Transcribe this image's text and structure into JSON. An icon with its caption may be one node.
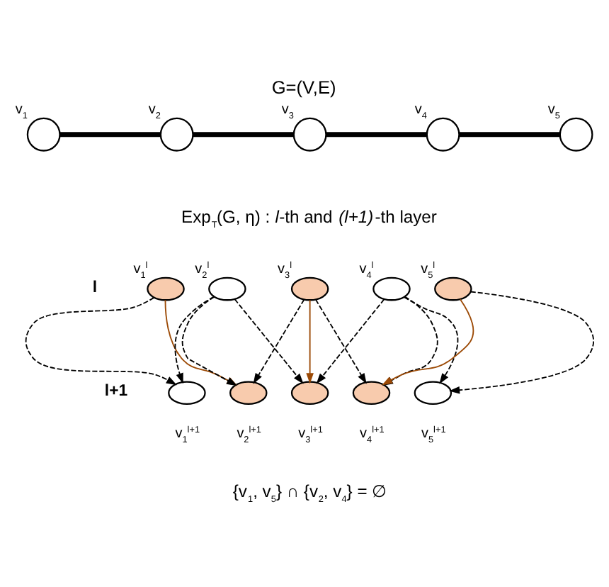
{
  "diagram": {
    "title": "G=(V,E)",
    "nodes": [
      {
        "text": [],
        "shape": "circle",
        "beside": [
          "v$_{1}$"
        ]
      },
      {
        "text": [],
        "shape": "circle",
        "beside": [
          "v$_{2}$"
        ]
      },
      {
        "text": [],
        "shape": "circle",
        "beside": [
          "v$_{3}$"
        ]
      },
      {
        "text": [],
        "shape": "circle",
        "beside": [
          "v$_{4}$"
        ]
      },
      {
        "text": [],
        "shape": "circle",
        "beside": [
          "v$_{5}$"
        ]
      },
      {
        "text": [],
        "shape": "ellipse",
        "beside": [
          "v$_{1}$$^{l}$"
        ]
      },
      {
        "text": [],
        "shape": "ellipse",
        "beside": [
          "v$_{2}$$^{l}$"
        ]
      },
      {
        "text": [],
        "shape": "ellipse",
        "beside": [
          "v$_{3}$$^{l}$"
        ]
      },
      {
        "text": [],
        "shape": "ellipse",
        "beside": [
          "v$_{4}$$^{l}$"
        ]
      },
      {
        "text": [],
        "shape": "ellipse",
        "beside": [
          "v$_{5}$$^{l}$"
        ]
      },
      {
        "text": [],
        "shape": "ellipse",
        "beside": [
          "v$_{1}$$^{l+1}$"
        ]
      },
      {
        "text": [],
        "shape": "ellipse",
        "beside": [
          "v$_{2}$$^{l+1}$"
        ]
      },
      {
        "text": [],
        "shape": "ellipse",
        "beside": [
          "v$_{3}$$^{l+1}$"
        ]
      },
      {
        "text": [],
        "shape": "ellipse",
        "beside": [
          "v$_{4}$$^{l+1}$"
        ]
      },
      {
        "text": [],
        "shape": "ellipse",
        "beside": [
          "v$_{5}$$^{l+1}$"
        ]
      }
    ],
    "edges": [
      {
        "from": 0,
        "to": 1,
        "arrow": "none",
        "style": "thick"
      },
      {
        "from": 1,
        "to": 2,
        "arrow": "none",
        "style": "thick"
      },
      {
        "from": 2,
        "to": 3,
        "arrow": "none",
        "style": "thick"
      },
      {
        "from": 3,
        "to": 4,
        "arrow": "none",
        "style": "thick"
      },
      {
        "from": 5,
        "to": 10,
        "arrow": "to",
        "style": "dashed"
      },
      {
        "from": 5,
        "to": 11,
        "arrow": "to",
        "color": "#9c4a06"
      },
      {
        "from": 6,
        "to": 10,
        "arrow": "to",
        "style": "dashed"
      },
      {
        "from": 6,
        "to": 11,
        "arrow": "to",
        "style": "dashed"
      },
      {
        "from": 6,
        "to": 12,
        "arrow": "to",
        "style": "dashed"
      },
      {
        "from": 7,
        "to": 11,
        "arrow": "to",
        "style": "dashed"
      },
      {
        "from": 7,
        "to": 12,
        "arrow": "to",
        "color": "#9c4a06"
      },
      {
        "from": 7,
        "to": 13,
        "arrow": "to",
        "style": "dashed"
      },
      {
        "from": 8,
        "to": 12,
        "arrow": "to",
        "style": "dashed"
      },
      {
        "from": 8,
        "to": 13,
        "arrow": "to",
        "style": "dashed"
      },
      {
        "from": 8,
        "to": 14,
        "arrow": "to",
        "style": "dashed"
      },
      {
        "from": 9,
        "to": 13,
        "arrow": "to",
        "color": "#9c4a06"
      },
      {
        "from": 9,
        "to": 14,
        "arrow": "to",
        "style": "dashed"
      }
    ],
    "labels": [
      "Exp$_{T}$(G, η) : *l*-th and *(l+1)*-th layer",
      "l",
      "l+1",
      "{v$_{1}$, v$_{5}$} ∩ {v$_{2}$, v$_{4}$} = ∅"
    ]
  }
}
